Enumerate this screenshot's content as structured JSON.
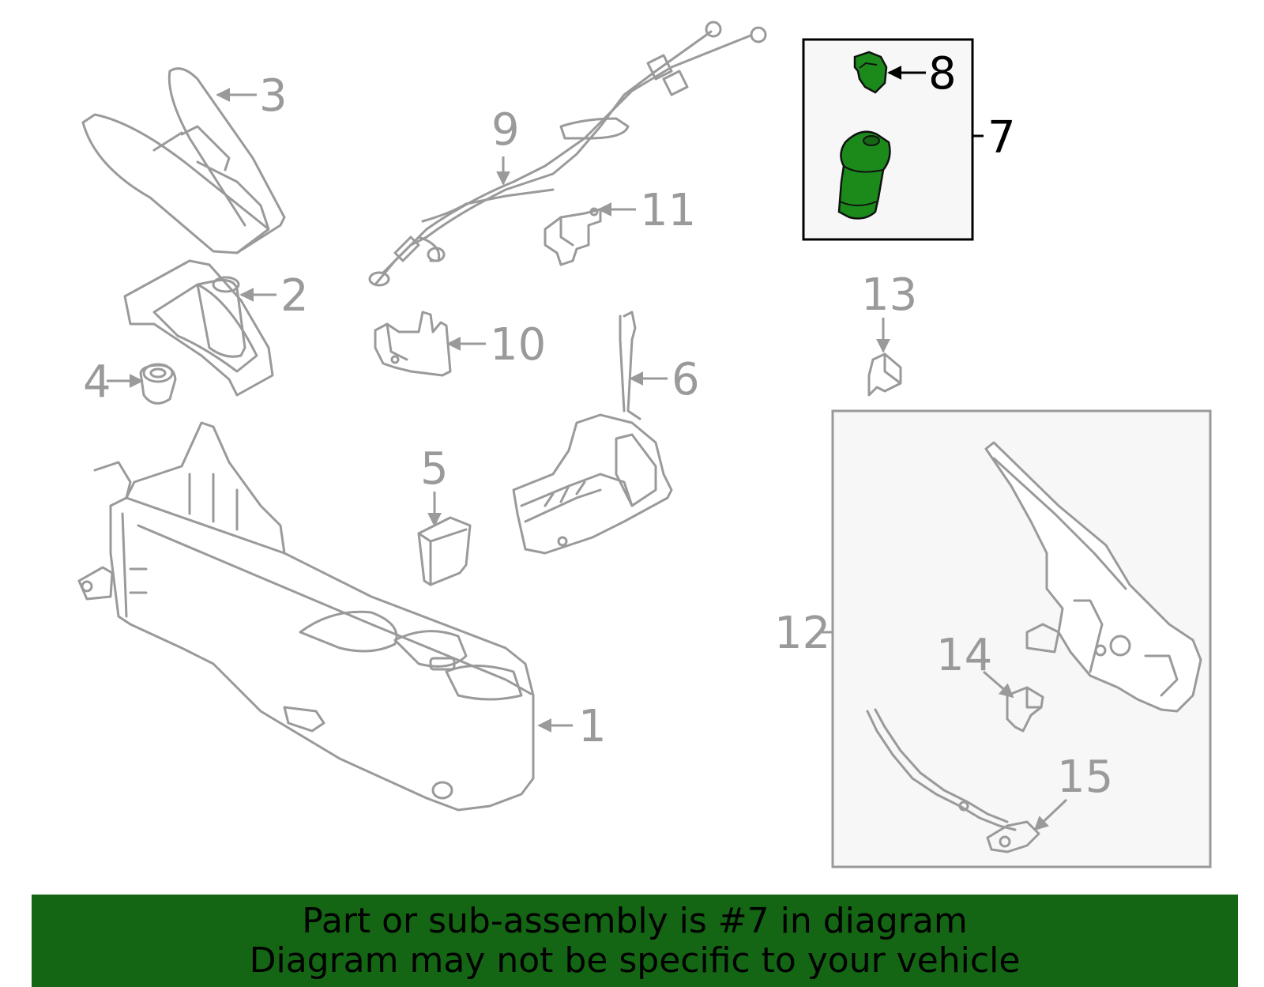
{
  "callouts": {
    "c1": "1",
    "c2": "2",
    "c3": "3",
    "c4": "4",
    "c5": "5",
    "c6": "6",
    "c7": "7",
    "c8": "8",
    "c9": "9",
    "c10": "10",
    "c11": "11",
    "c12": "12",
    "c13": "13",
    "c14": "14",
    "c15": "15"
  },
  "highlight_color": "#146514",
  "part_line_color": "#9a9a9a",
  "banner": {
    "line1": "Part or sub-assembly is #7 in diagram",
    "line2": "Diagram may not be specific to your vehicle",
    "color": "#146514"
  }
}
